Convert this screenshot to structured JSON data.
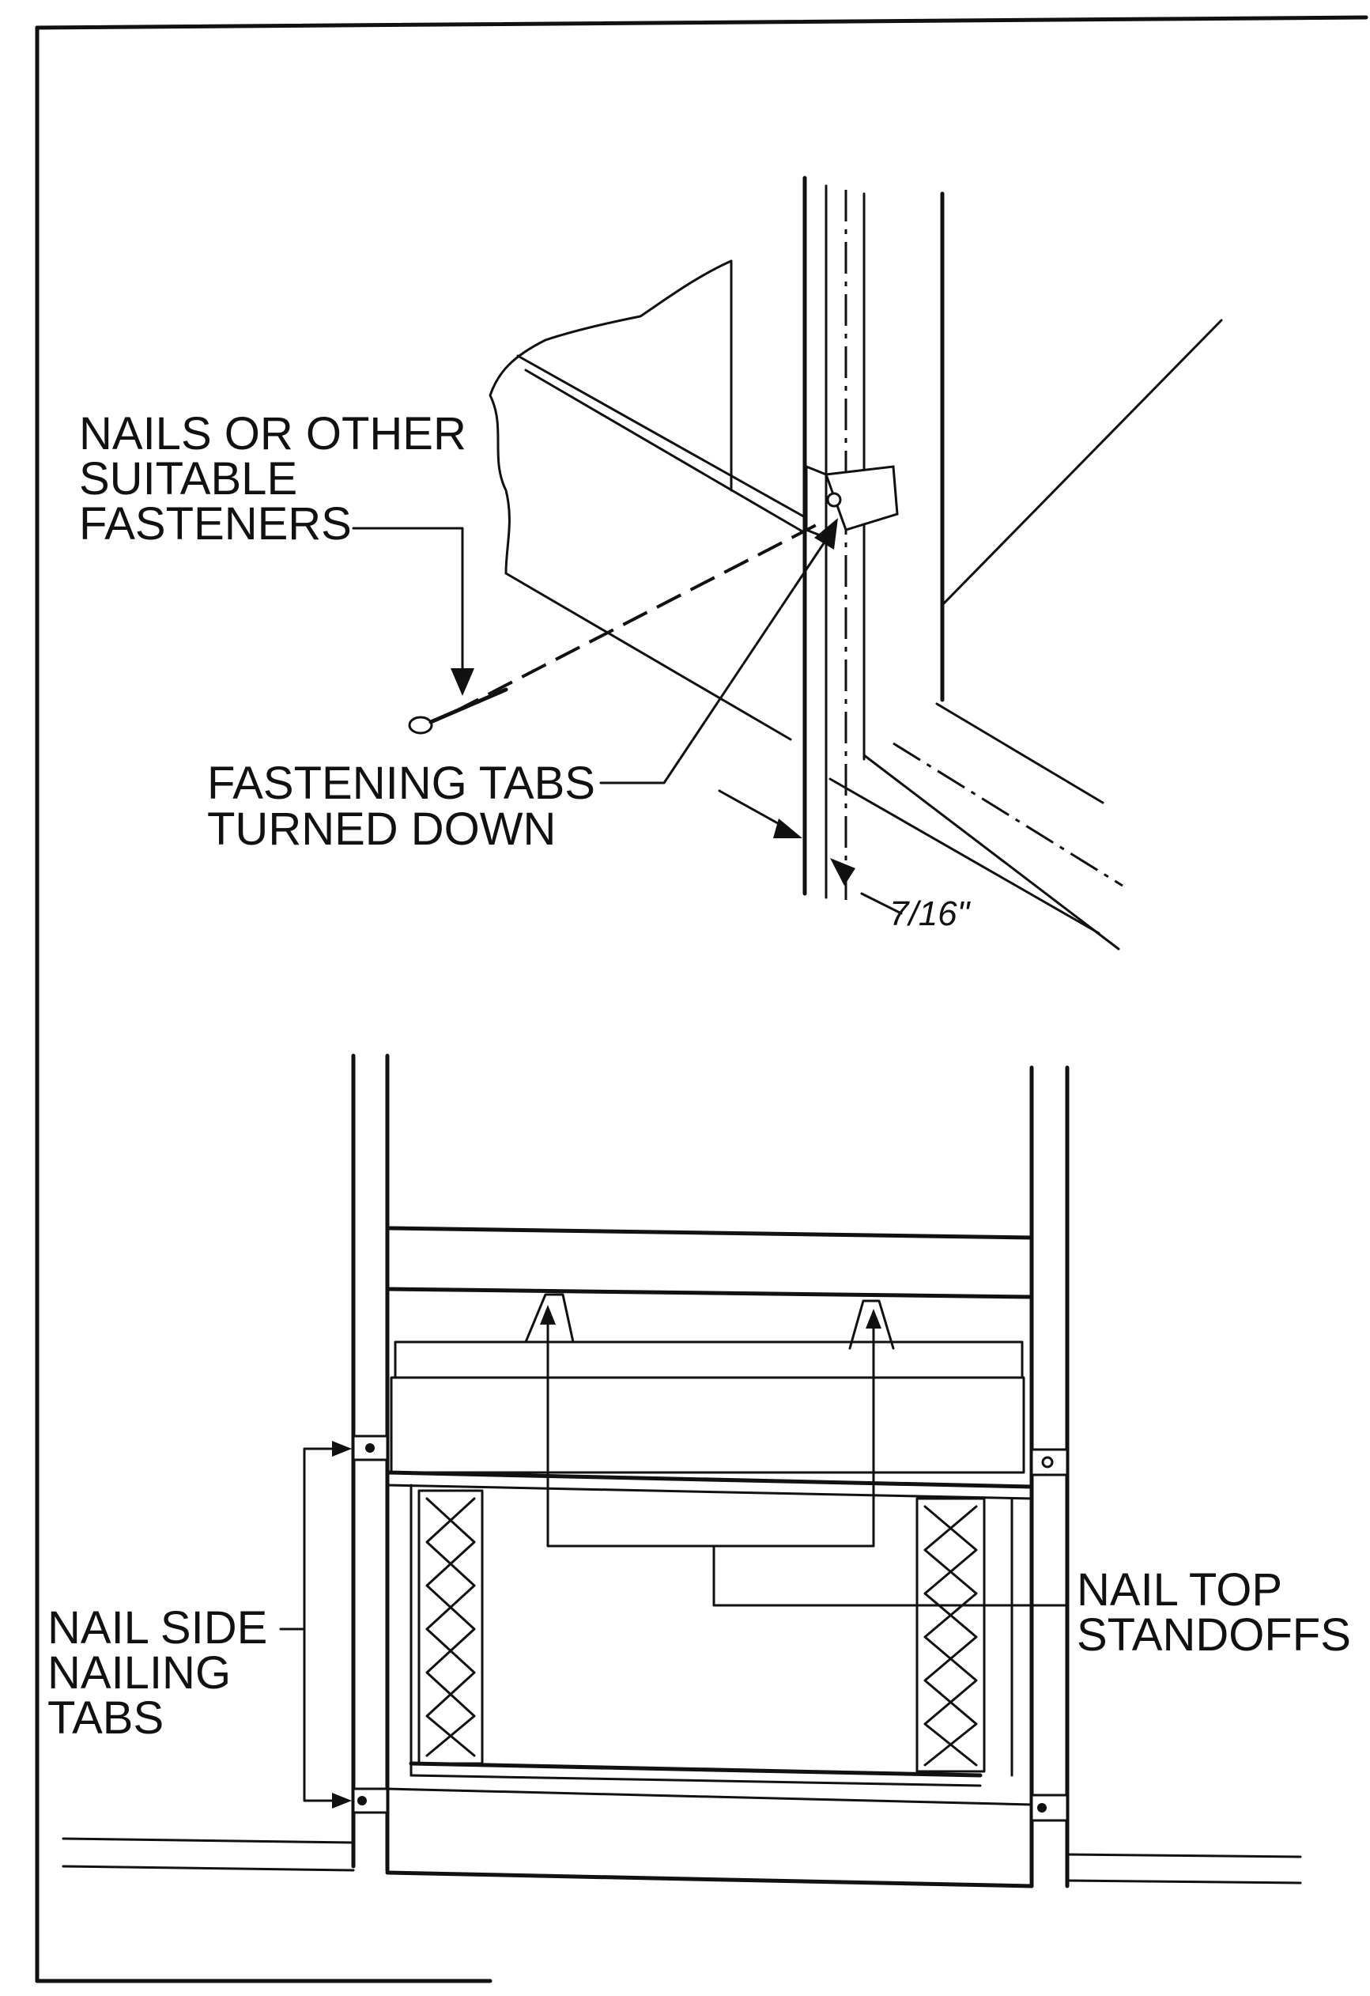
{
  "figure": {
    "top_detail": {
      "label_fasteners": [
        "NAILS OR OTHER",
        "SUITABLE",
        "FASTENERS"
      ],
      "label_tabs": [
        "FASTENING TABS",
        "TURNED DOWN"
      ],
      "dimension": "7/16\""
    },
    "bottom_detail": {
      "label_side_tabs": [
        "NAIL SIDE",
        "NAILING",
        "TABS"
      ],
      "label_top_standoffs": [
        "NAIL TOP",
        "STANDOFFS"
      ]
    }
  }
}
